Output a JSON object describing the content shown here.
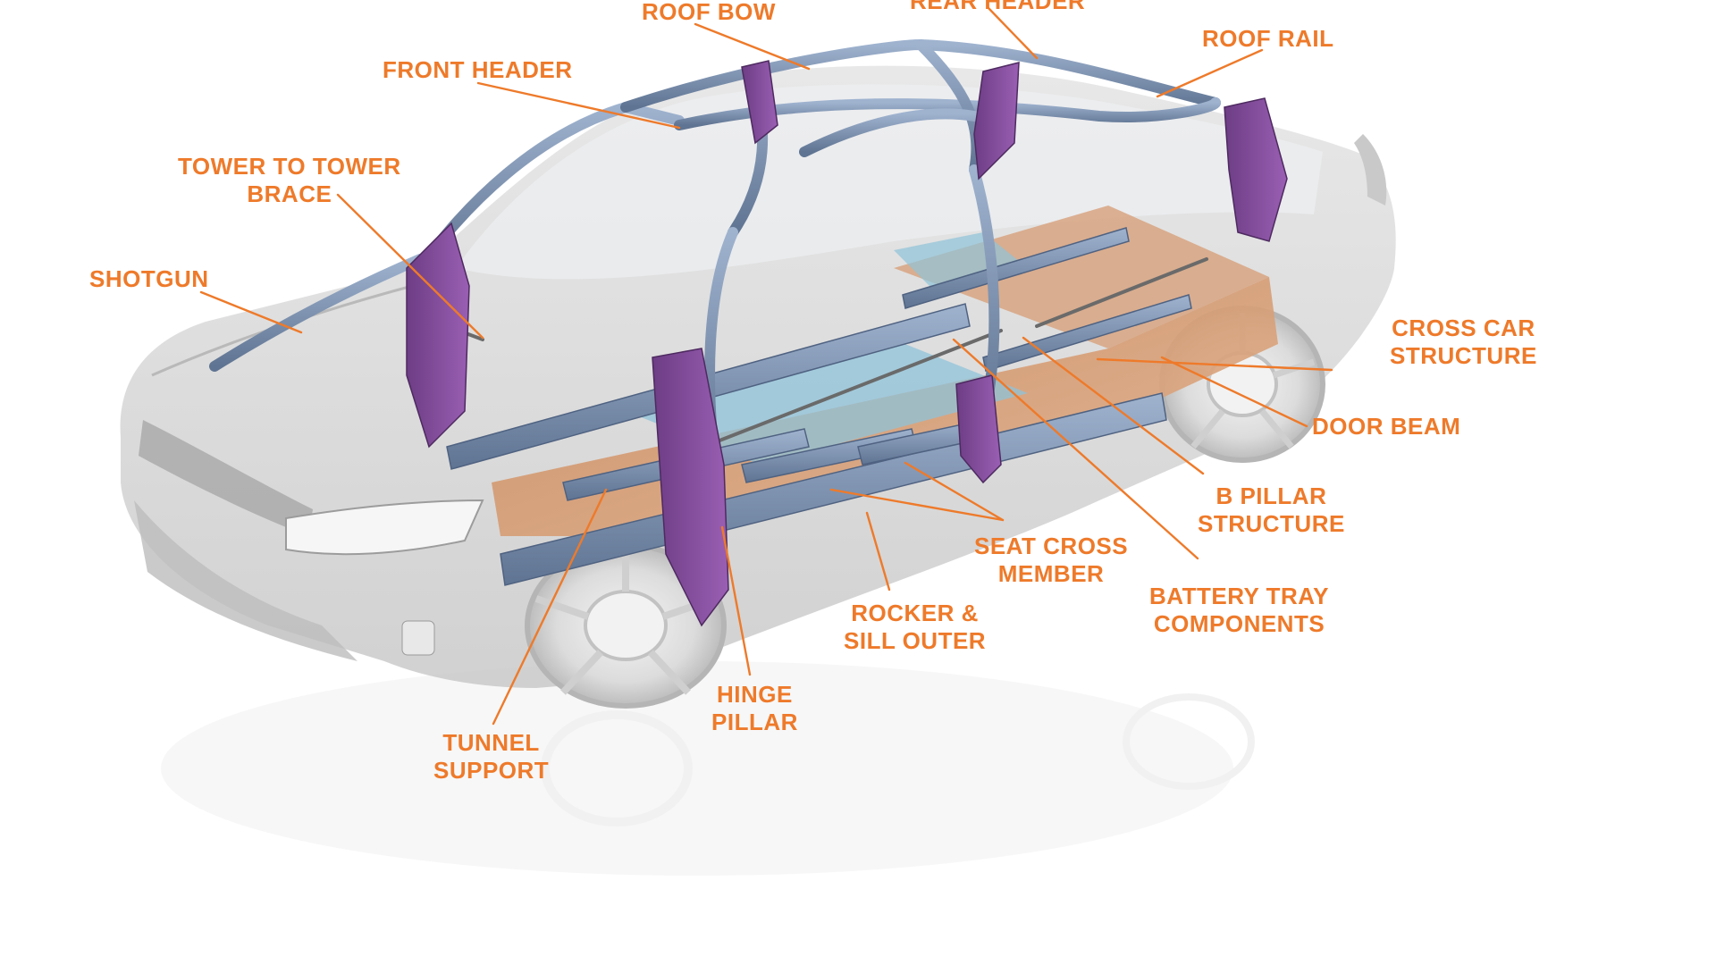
{
  "diagram": {
    "accent_color": "#ee7a2a",
    "subject": "car-body-structure",
    "labels": [
      {
        "id": "rear-header",
        "lines": [
          "REAR HEADER"
        ]
      },
      {
        "id": "roof-bow",
        "lines": [
          "ROOF BOW"
        ]
      },
      {
        "id": "roof-rail",
        "lines": [
          "ROOF RAIL"
        ]
      },
      {
        "id": "front-header",
        "lines": [
          "FRONT HEADER"
        ]
      },
      {
        "id": "tower-to-tower-brace",
        "lines": [
          "TOWER TO TOWER",
          "BRACE"
        ]
      },
      {
        "id": "shotgun",
        "lines": [
          "SHOTGUN"
        ]
      },
      {
        "id": "cross-car-structure",
        "lines": [
          "CROSS CAR",
          "STRUCTURE"
        ]
      },
      {
        "id": "door-beam",
        "lines": [
          "DOOR BEAM"
        ]
      },
      {
        "id": "b-pillar-structure",
        "lines": [
          "B PILLAR",
          "STRUCTURE"
        ]
      },
      {
        "id": "seat-cross-member",
        "lines": [
          "SEAT CROSS",
          "MEMBER"
        ]
      },
      {
        "id": "battery-tray-components",
        "lines": [
          "BATTERY TRAY",
          "COMPONENTS"
        ]
      },
      {
        "id": "rocker-sill-outer",
        "lines": [
          "ROCKER &",
          "SILL OUTER"
        ]
      },
      {
        "id": "hinge-pillar",
        "lines": [
          "HINGE",
          "PILLAR"
        ]
      },
      {
        "id": "tunnel-support",
        "lines": [
          "TUNNEL",
          "SUPPORT"
        ]
      }
    ]
  }
}
